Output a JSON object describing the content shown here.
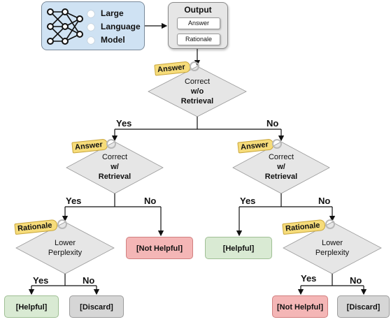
{
  "llm": {
    "items": [
      "Large",
      "Language",
      "Model"
    ],
    "box_color": "#cfe2f3",
    "icon": "neural-network-icon"
  },
  "output": {
    "title": "Output",
    "answer": "Answer",
    "rationale": "Rationale"
  },
  "tags": {
    "answer": "Answer",
    "rationale": "Rationale"
  },
  "decisions": {
    "root": {
      "line1": "Correct",
      "line2": "w/o",
      "line3": "Retrieval"
    },
    "left": {
      "line1": "Correct",
      "line2": "w/",
      "line3": "Retrieval"
    },
    "right": {
      "line1": "Correct",
      "line2": "w/",
      "line3": "Retrieval"
    },
    "perp_left": {
      "line1": "Lower",
      "line2": "Perplexity"
    },
    "perp_right": {
      "line1": "Lower",
      "line2": "Perplexity"
    }
  },
  "branches": {
    "yes": "Yes",
    "no": "No"
  },
  "results": {
    "helpful": "[Helpful]",
    "not_helpful": "[Not Helpful]",
    "discard": "[Discard]"
  },
  "colors": {
    "helpful": "#d9ead3",
    "not_helpful": "#f4b6b6",
    "discard": "#d6d6d6",
    "tag": "#f6dc7a"
  }
}
